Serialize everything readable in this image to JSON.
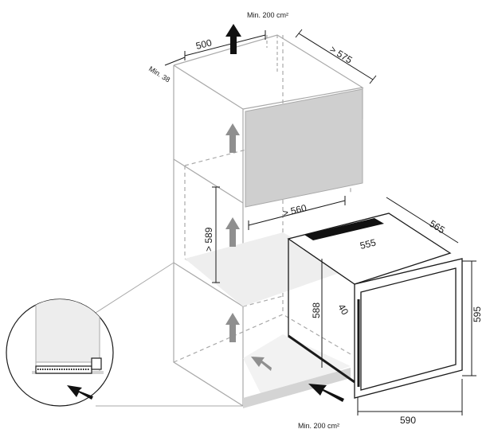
{
  "colors": {
    "niche_line": "#a9a9a9",
    "niche_fill": "#eeeeee",
    "hidden_panel": "#cfcfcf",
    "arrow_grey": "#8f8f8f",
    "arrow_dark": "#111111",
    "appliance_line": "#1a1a1a",
    "plinth": "#d4d4d4"
  },
  "labels": {
    "airflow_top": "Min. 200 cm²",
    "airflow_bottom": "Min. 200 cm²",
    "niche_width": "500",
    "niche_depth": "> 575",
    "clearance": "Min. 38",
    "inner_width": "> 560",
    "inner_height": "> 589",
    "appliance_depth": "565",
    "appliance_inner_width": "555",
    "appliance_height": "588",
    "door_offset": "40",
    "door_height": "595",
    "door_width": "590"
  },
  "icons": {
    "airflow": "airflow-arrow-icon",
    "vent": "ventilation-grille-icon"
  }
}
